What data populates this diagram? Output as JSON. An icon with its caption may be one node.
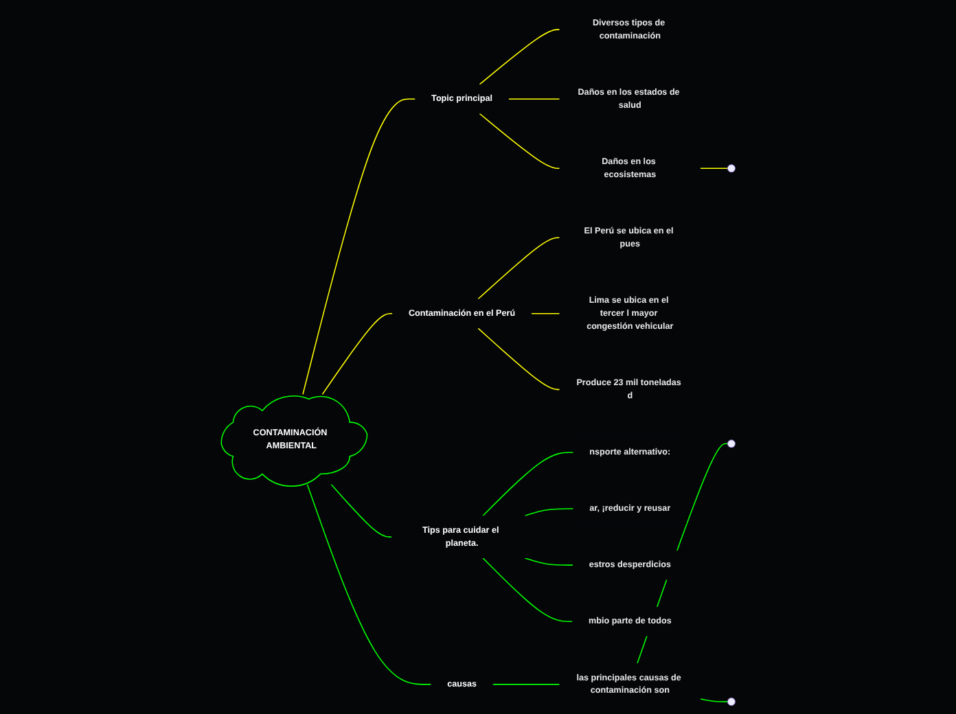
{
  "diagram": {
    "nodes": [
      {
        "text": [
          "CONTAMINACIÓN AMBIENTAL"
        ]
      },
      {
        "text": [
          "Topic principal"
        ]
      },
      {
        "text": [
          "Diversos tipos de contaminación"
        ]
      },
      {
        "text": [
          "Daños en los estados de salud"
        ]
      },
      {
        "text": [
          "Daños en los ecosistemas"
        ]
      },
      {
        "text": [
          "Contaminación en el Perú"
        ]
      },
      {
        "text": [
          "El Perú se ubica en el pues"
        ]
      },
      {
        "text": [
          "Lima se ubica en el tercer l mayor congestión vehicular"
        ]
      },
      {
        "text": [
          "Produce 23 mil toneladas d"
        ]
      },
      {
        "text": [
          "Tips para cuidar el planeta."
        ]
      },
      {
        "text": [
          "nsporte alternativo:"
        ]
      },
      {
        "text": [
          "ar, ¡reducir y reusar"
        ]
      },
      {
        "text": [
          "estros desperdicios"
        ]
      },
      {
        "text": [
          "mbio parte de todos"
        ]
      },
      {
        "text": [
          "causas"
        ]
      },
      {
        "text": [
          "las principales causas de contaminación son"
        ]
      }
    ],
    "edges": [
      {
        "from": 0,
        "to": 1,
        "arrow": "none",
        "color": "#ffff00"
      },
      {
        "from": 1,
        "to": 2,
        "arrow": "none",
        "color": "#ffff00"
      },
      {
        "from": 1,
        "to": 3,
        "arrow": "none",
        "color": "#ffff00"
      },
      {
        "from": 1,
        "to": 4,
        "arrow": "none",
        "color": "#ffff00"
      },
      {
        "from": 4,
        "to": null,
        "arrow": "none",
        "color": "#ffff00"
      },
      {
        "from": 0,
        "to": 5,
        "arrow": "none",
        "color": "#ffff00"
      },
      {
        "from": 5,
        "to": 6,
        "arrow": "none",
        "color": "#ffff00"
      },
      {
        "from": 5,
        "to": 7,
        "arrow": "none",
        "color": "#ffff00"
      },
      {
        "from": 5,
        "to": 8,
        "arrow": "none",
        "color": "#ffff00"
      },
      {
        "from": 0,
        "to": 9,
        "arrow": "none",
        "color": "#00ff00"
      },
      {
        "from": 9,
        "to": 10,
        "arrow": "none",
        "color": "#00ff00"
      },
      {
        "from": 9,
        "to": 11,
        "arrow": "none",
        "color": "#00ff00"
      },
      {
        "from": 9,
        "to": 12,
        "arrow": "none",
        "color": "#00ff00"
      },
      {
        "from": 9,
        "to": 13,
        "arrow": "none",
        "color": "#00ff00"
      },
      {
        "from": 0,
        "to": 14,
        "arrow": "none",
        "color": "#00ff00"
      },
      {
        "from": 14,
        "to": 15,
        "arrow": "none",
        "color": "#00ff00"
      },
      {
        "from": 15,
        "to": null,
        "arrow": "none",
        "color": "#00ff00"
      },
      {
        "from": 15,
        "to": null,
        "arrow": "none",
        "color": "#00ff00"
      }
    ]
  }
}
